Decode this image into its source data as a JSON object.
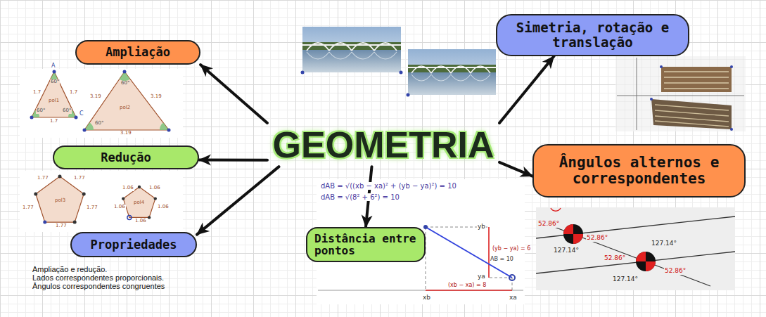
{
  "diagram": {
    "nodes": [
      {
        "text": [
          "Ampliação"
        ]
      },
      {
        "text": [
          "Simetria, rotação e translação"
        ]
      },
      {
        "text": [
          "GEOMETRIA"
        ]
      },
      {
        "text": [
          "Redução"
        ]
      },
      {
        "text": [
          "Ângulos alternos e correspondentes"
        ]
      },
      {
        "text": [
          "Distância entre pontos"
        ]
      },
      {
        "text": [
          "Propriedades"
        ]
      }
    ],
    "edges": [
      {
        "from": 2,
        "to": 0,
        "arrow": "to"
      },
      {
        "from": 2,
        "to": 1,
        "arrow": "to"
      },
      {
        "from": 2,
        "to": 3,
        "arrow": "to"
      },
      {
        "from": 2,
        "to": 4,
        "arrow": "to"
      },
      {
        "from": 2,
        "to": 5,
        "arrow": "to"
      },
      {
        "from": 2,
        "to": 6,
        "arrow": "to"
      }
    ],
    "labels": [
      "Ampliação e redução.",
      "Lados correspondentes proporcionais.",
      "Ângulos correspondentes congruentes",
      "A",
      "60°",
      "1.7",
      "1.7",
      "pol1",
      "60°",
      "60°",
      "C",
      "1.7",
      "60°",
      "3.19",
      "3.19",
      "pol2",
      "60°",
      "3.19",
      "1.77",
      "1.77",
      "1.77",
      "1.77",
      "1.77",
      "pol3",
      "1.06",
      "1.06",
      "1.06",
      "1.06",
      "1.06",
      "pol4",
      "dAB = √((xb − xa)² + (yb − ya)²) = 10",
      "dAB = √(8² + 6²) = 10",
      "yb",
      "ya",
      "(yb − ya) = 6",
      "AB = 10",
      "xb",
      "xa",
      "(xb − xa) = 8",
      "52.86°",
      "127.14°",
      "52.86°",
      "127.14°",
      "52.86°",
      "127.14°",
      "52.86°"
    ]
  }
}
